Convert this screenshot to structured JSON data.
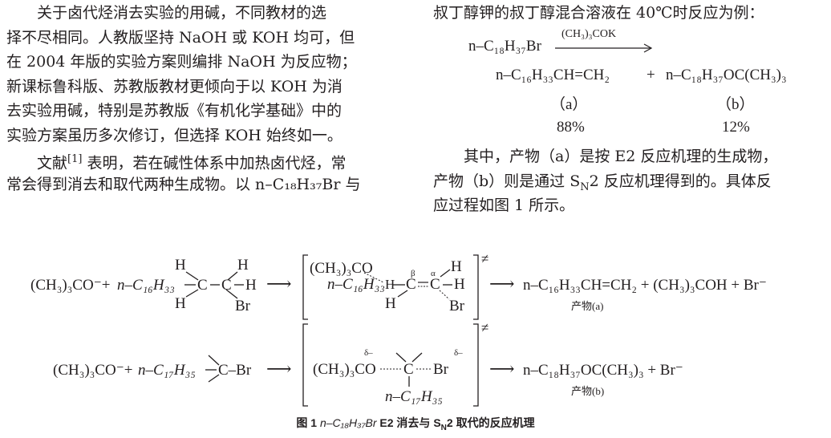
{
  "left_column": {
    "lines": [
      "关于卤代烃消去实验的用碱，不同教材的选",
      "择不尽相同。人教版坚持 NaOH 或 KOH 均可，但",
      "在 2004 年版的实验方案则编排 NaOH 为反应物；",
      "新课标鲁科版、苏教版教材更倾向于以 KOH 为消",
      "去实验用碱，特别是苏教版《有机化学基础》中的",
      "实验方案虽历多次修订，但选择 KOH 始终如一。"
    ],
    "p2_line1_a": "文献",
    "p2_ref": "[1]",
    "p2_line1_b": " 表明，若在碱性体系中加热卤代烃，常",
    "p2_line2_a": "常会得到消去和取代两种生成物。以 ",
    "p2_formula": "n–C₁₈H₃₇Br",
    "p2_line2_b": " 与"
  },
  "right_column": {
    "intro_line": "叔丁醇钾的叔丁醇混合溶液在 40℃时反应为例：",
    "equation": {
      "reactant": "n–C₁₈H₃₇Br",
      "reagent": "(CH₃)₃COK",
      "product_a": "n–C₁₆H₃₃CH=CH₂",
      "plus": "+",
      "product_b": "n–C₁₈H₃₇OC(CH₃)₃",
      "label_a": "（a）",
      "label_b": "（b）",
      "yield_a": "88%",
      "yield_b": "12%"
    },
    "text_lines": [
      "其中，产物（a）是按 E2 反应机理的生成物，",
      "产物（b）则是通过 S",
      "应过程如图 1 所示。"
    ],
    "sn2_sub": "N",
    "sn2_rest": "2 反应机理得到的。具体反"
  },
  "mechanism": {
    "e2": {
      "reactant_base": "(CH₃)₃CO⁻+",
      "reactant_chain": "n–C₁₆H₃₃",
      "c_atom": "C",
      "h": "H",
      "br": "Br",
      "ts_base": "(CH₃)₃CO",
      "beta": "β",
      "alpha": "α",
      "ts_mark": "≠",
      "arrow": "⟶",
      "products": "n–C₁₆H₃₃CH=CH₂ + (CH₃)₃COH + Br⁻",
      "product_label": "产物(a)"
    },
    "sn2": {
      "reactant_base": "(CH₃)₃CO⁻+",
      "reactant_chain": "n–C₁₇H₃₅",
      "c_br": "C–Br",
      "ts_base": "(CH₃)₃CO",
      "delta_minus": "δ–",
      "ts_chain": "n–C₁₇H₃₅",
      "ts_mark": "≠",
      "products": "n–C₁₈H₃₇OC(CH₃)₃ + Br⁻",
      "product_label": "产物(b)"
    }
  },
  "caption": {
    "prefix": "图 1 ",
    "formula": "n–C₁₈H₃₇Br",
    "rest": " E2 消去与 S",
    "sub": "N",
    "rest2": "2 取代的反应机理"
  }
}
